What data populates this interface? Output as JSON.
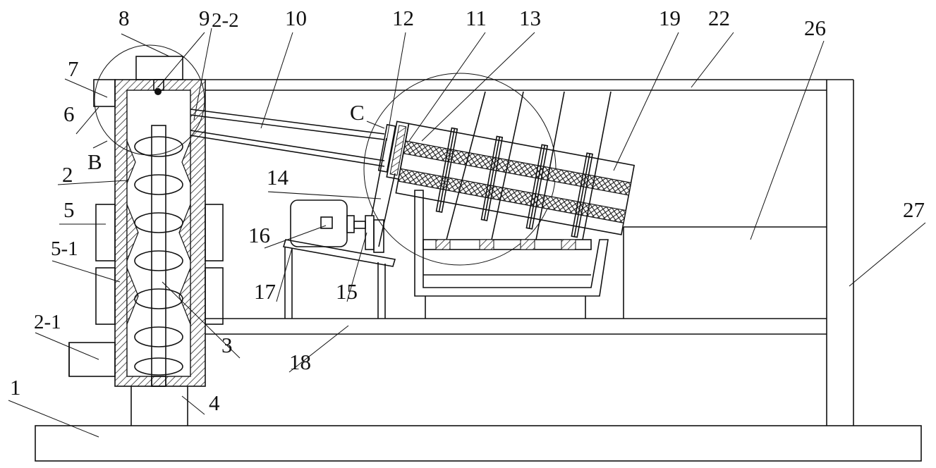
{
  "labels": {
    "l1": "1",
    "l2": "2",
    "l2_1": "2-1",
    "l2_2": "2-2",
    "l3": "3",
    "l4": "4",
    "l5": "5",
    "l5_1": "5-1",
    "l6": "6",
    "l7": "7",
    "l8": "8",
    "l9": "9",
    "l10": "10",
    "l11": "11",
    "l12": "12",
    "l13": "13",
    "l14": "14",
    "l15": "15",
    "l16": "16",
    "l17": "17",
    "l18": "18",
    "l19": "19",
    "l22": "22",
    "l26": "26",
    "l27": "27",
    "lB": "B",
    "lC": "C"
  },
  "colors": {
    "line": "#111111",
    "background": "#ffffff"
  }
}
